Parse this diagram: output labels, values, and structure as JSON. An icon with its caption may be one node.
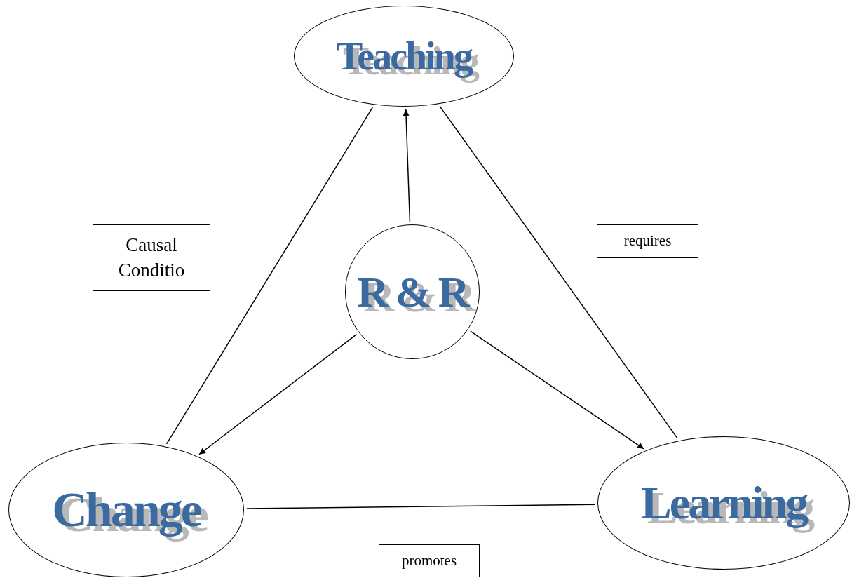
{
  "diagram": {
    "nodes": [
      {
        "text": [
          "Teaching"
        ]
      },
      {
        "text": [
          "R & R"
        ]
      },
      {
        "text": [
          "Change"
        ]
      },
      {
        "text": [
          "Learning"
        ]
      },
      {
        "text": [
          "Causal Conditio"
        ]
      },
      {
        "text": [
          "requires"
        ]
      },
      {
        "text": [
          "promotes"
        ]
      }
    ],
    "edges": [
      {
        "from": 0,
        "to": 2,
        "arrow": "none"
      },
      {
        "from": 0,
        "to": 3,
        "arrow": "none"
      },
      {
        "from": 2,
        "to": 3,
        "arrow": "none"
      },
      {
        "from": 1,
        "to": 0,
        "arrow": "to"
      },
      {
        "from": 1,
        "to": 2,
        "arrow": "to"
      },
      {
        "from": 1,
        "to": 3,
        "arrow": "to"
      }
    ]
  }
}
